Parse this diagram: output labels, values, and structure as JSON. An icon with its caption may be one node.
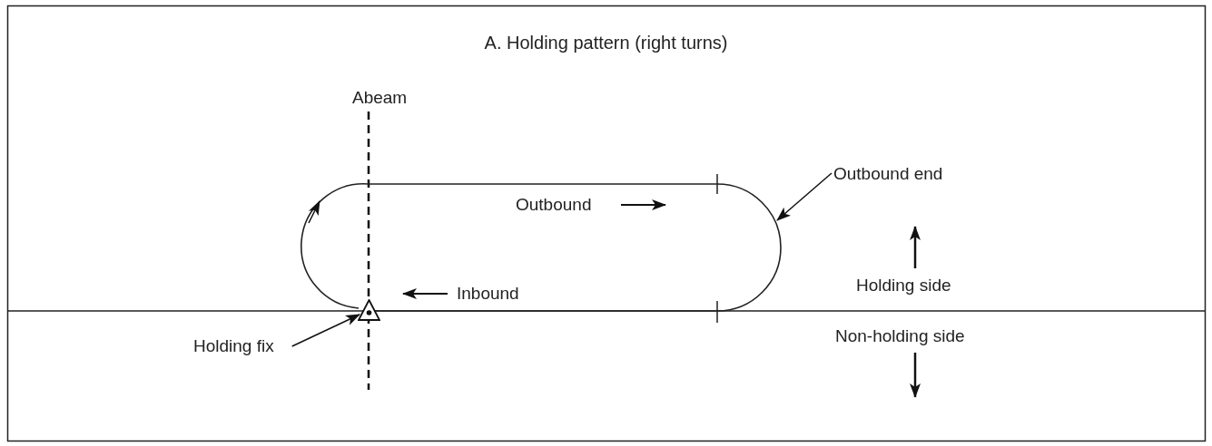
{
  "diagram": {
    "title": "A. Holding pattern (right turns)",
    "nodes": [
      {
        "text": [
          "Outbound end"
        ]
      },
      {
        "text": [
          "Holding fix"
        ]
      },
      {
        "text": [],
        "shape": "triangle"
      },
      {
        "text": [],
        "shape": "arc"
      }
    ],
    "edges": [
      {
        "from": 0,
        "to": 3,
        "arrow": "to"
      },
      {
        "from": 1,
        "to": 2,
        "arrow": "to"
      }
    ],
    "labels": [
      "Abeam",
      "Outbound",
      "Inbound",
      "Holding side",
      "Non-holding side"
    ]
  }
}
